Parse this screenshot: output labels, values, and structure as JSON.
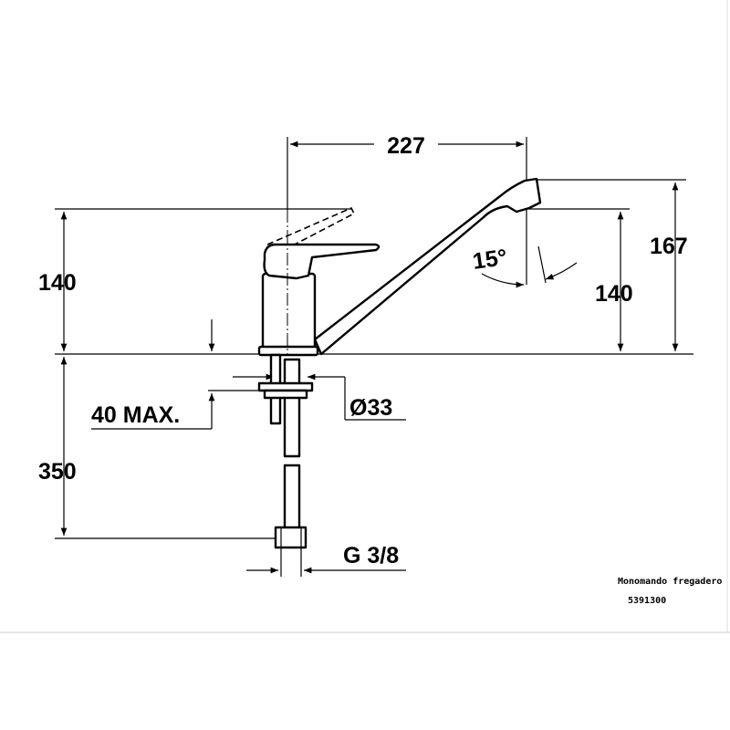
{
  "drawing": {
    "dimensions": {
      "spout_reach": "227",
      "total_height": "167",
      "spout_height": "140",
      "handle_height": "140",
      "swivel_angle": "15°",
      "max_countertop": "40 MAX.",
      "hole_diameter": "Ø33",
      "hose_length": "350",
      "connection": "G 3/8"
    },
    "caption": {
      "title": "Monomando fregadero",
      "code": "5391300"
    }
  }
}
